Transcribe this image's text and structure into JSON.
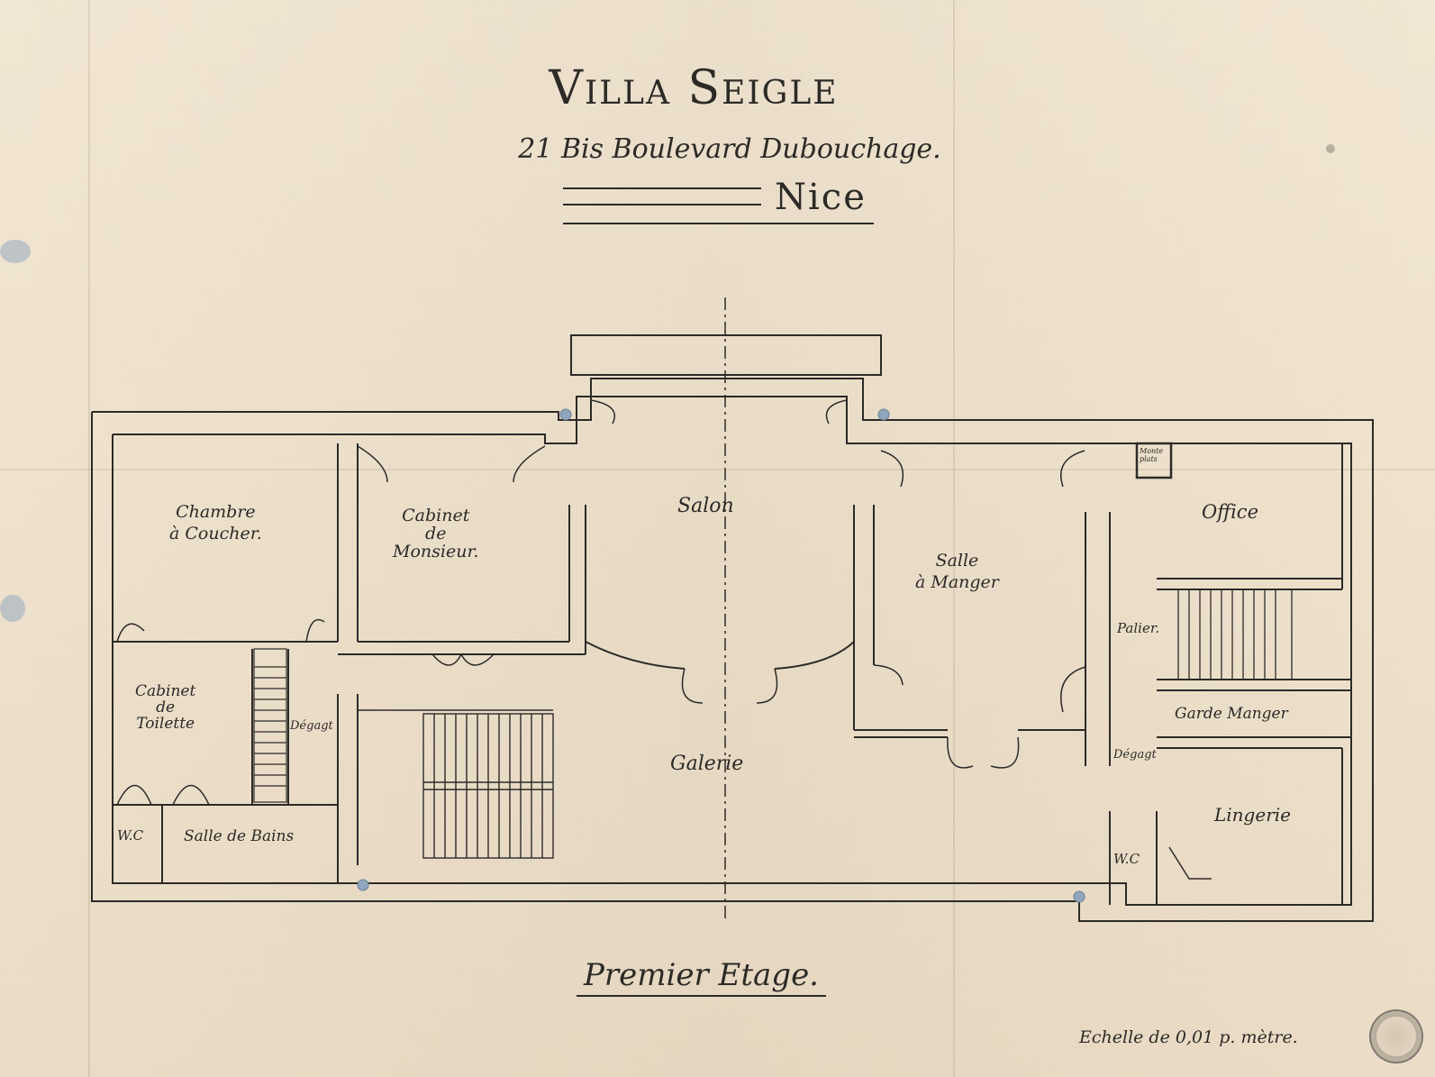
{
  "header": {
    "title": "Villa Seigle",
    "address": "21 Bis Boulevard Dubouchage.",
    "city": "Nice"
  },
  "rooms": {
    "chambre": "Chambre\nà Coucher.",
    "cabinet_monsieur": "Cabinet\nde\nMonsieur.",
    "salon": "Salon",
    "salle_manger": "Salle\nà Manger",
    "office": "Office",
    "cabinet_toilette": "Cabinet\nde\nToilette",
    "degag_left": "Dégagt",
    "palier": "Palier.",
    "garde_manger": "Garde Manger",
    "degag_right": "Dégagt",
    "galerie": "Galerie",
    "wc_left": "W.C",
    "salle_bains": "Salle de Bains",
    "wc_right": "W.C",
    "lingerie": "Lingerie",
    "monte_plats": "Monte\nplats"
  },
  "footer": {
    "floor": "Premier Etage.",
    "scale": "Echelle de 0,01 p. mètre."
  },
  "colors": {
    "paper": "#efe3cf",
    "ink": "#2d2a26"
  }
}
